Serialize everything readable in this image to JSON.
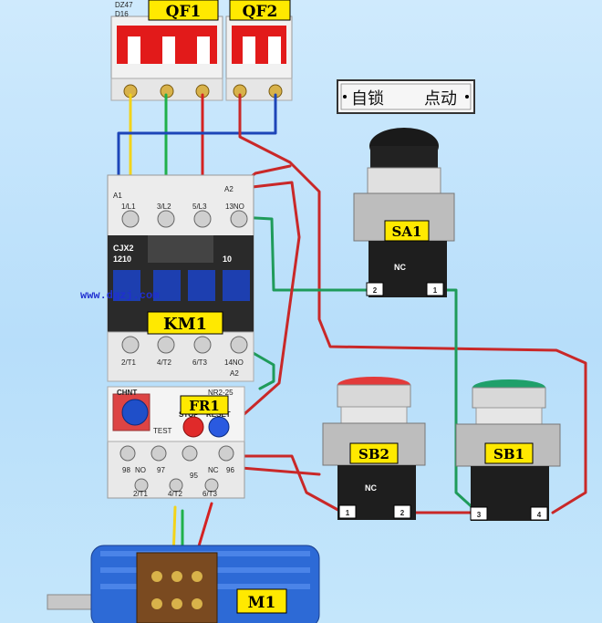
{
  "labels": {
    "qf1": "QF1",
    "qf2": "QF2",
    "qf1_model": "DZ47",
    "qf1_rating": "D16",
    "km1": "KM1",
    "km1_model": "CJX2",
    "km1_code": "1210",
    "km1_aux": "10",
    "km1_a1": "A1",
    "km1_a2": "A2",
    "t_l1": "1/L1",
    "t_l2": "3/L2",
    "t_l3": "5/L3",
    "t_13no": "13NO",
    "t_t1": "2/T1",
    "t_t2": "4/T2",
    "t_t3": "6/T3",
    "t_14no": "14NO",
    "watermark": "www.dgzj.com",
    "fr1": "FR1",
    "fr1_brand": "CHNT",
    "fr1_model": "NR2-25",
    "fr1_stop": "STOP",
    "fr1_reset": "RESET",
    "fr1_test": "TEST",
    "fr1_98": "98",
    "fr1_no": "NO",
    "fr1_97": "97",
    "fr1_95": "95",
    "fr1_nc": "NC",
    "fr1_96": "96",
    "fr1_t1": "2/T1",
    "fr1_t2": "4/T2",
    "fr1_t3": "6/T3",
    "mode_self_lock": "自锁",
    "mode_jog": "点动",
    "sa1": "SA1",
    "sb2": "SB2",
    "sb1": "SB1",
    "nc": "NC",
    "term_1": "1",
    "term_2": "2",
    "term_3": "3",
    "term_4": "4",
    "m1": "M1"
  },
  "colors": {
    "background": "#bfe3fb",
    "breaker_red": "#e21a1a",
    "contactor_blue": "#1d3fb0",
    "motor_blue": "#2d6ad6",
    "label_yellow": "#ffe900",
    "wire_yellow": "#f2d31b",
    "wire_green": "#1fb04a",
    "wire_red": "#d42222",
    "wire_blue": "#1d45b8",
    "stop_button": "#e23a3a",
    "start_button": "#1fa06a"
  }
}
